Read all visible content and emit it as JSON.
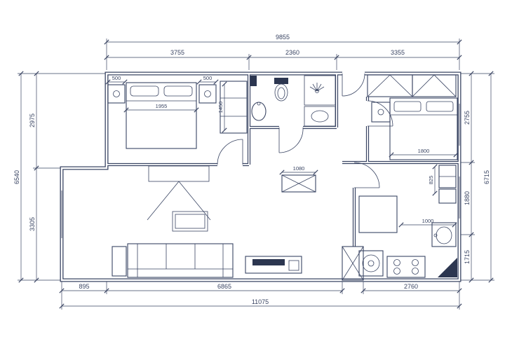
{
  "meta": {
    "type": "architectural-floor-plan",
    "background_color": "#ffffff",
    "line_color": "#3a4563"
  },
  "dims": {
    "top": {
      "overall": "9855",
      "seg": [
        "3755",
        "2360",
        "3355"
      ]
    },
    "left": {
      "overall": "6540",
      "seg": [
        "2975",
        "3305"
      ]
    },
    "right": {
      "overall": "6715",
      "seg": [
        "2755",
        "1880",
        "1715"
      ]
    },
    "bottom": {
      "overall": "11075",
      "seg": [
        "895",
        "6865",
        "2760"
      ]
    },
    "interior": {
      "nightstand_left": "500",
      "nightstand_right": "500",
      "bed1_width": "1955",
      "wardrobe_height": "1450",
      "hall_cabinet_width": "1080",
      "bed2_width": "1800",
      "cabinet_depth": "825",
      "desk_width": "1000"
    }
  }
}
